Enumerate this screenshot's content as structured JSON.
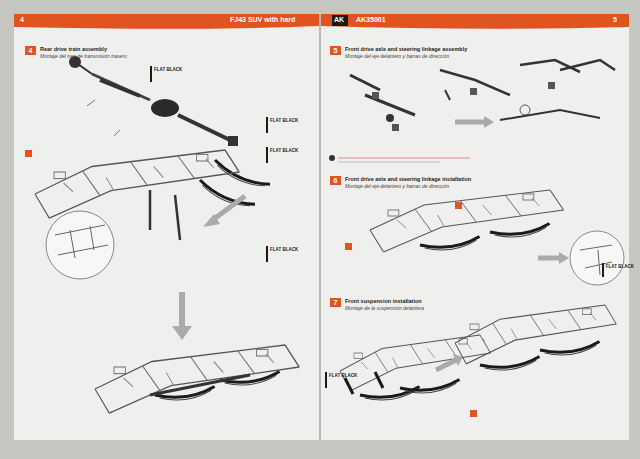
{
  "diagram": {
    "nodes": [
      {
        "text": [
          "4",
          "Rear drive train assembly",
          "Montaje del tren de transmisión trasero"
        ]
      },
      {
        "text": [
          "5",
          "Front drive axle and steering linkage assembly",
          "Montaje del eje delantero y barras de dirección"
        ]
      },
      {
        "text": [
          "6",
          "Front drive axle and steering linkage installation",
          "Montaje del eje delantero y barras de dirección"
        ]
      },
      {
        "text": [
          "7",
          "Front suspension installation",
          "Montaje de la suspensión delantera"
        ]
      }
    ],
    "labels": [
      "4",
      "FJ43 SUV with hard",
      "AK",
      "AK35001",
      "5",
      "FLAT BLACK",
      "FLAT BLACK",
      "FLAT BLACK",
      "FLAT BLACK",
      "FLAT BLACK",
      "FLAT BLACK"
    ]
  }
}
